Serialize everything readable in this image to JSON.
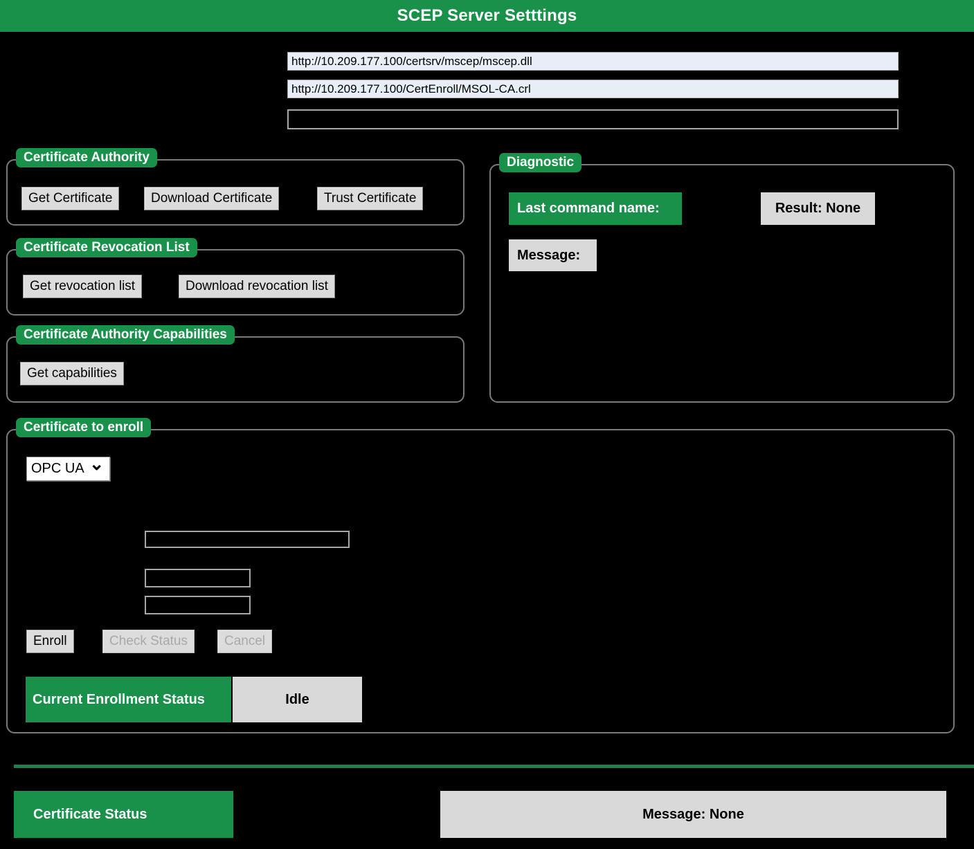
{
  "window": {
    "title": "SCEP Server Setttings",
    "accent_green": "#19914a",
    "button_grey": "#dcdcdc",
    "field_blue": "#e8edf6",
    "background": "#000000"
  },
  "top_fields": {
    "scep_url": "http://10.209.177.100/certsrv/mscep/mscep.dll",
    "crl_url": "http://10.209.177.100/CertEnroll/MSOL-CA.crl",
    "third_field": ""
  },
  "certificate_authority": {
    "legend": "Certificate Authority",
    "buttons": [
      {
        "label": "Get Certificate",
        "disabled": false
      },
      {
        "label": "Download Certificate",
        "disabled": false
      },
      {
        "label": "Trust Certificate",
        "disabled": false
      }
    ]
  },
  "certificate_revocation_list": {
    "legend": "Certificate Revocation List",
    "buttons": [
      {
        "label": "Get revocation list",
        "disabled": false
      },
      {
        "label": "Download revocation list",
        "disabled": false
      }
    ]
  },
  "certificate_authority_capabilities": {
    "legend": "Certificate Authority Capabilities",
    "buttons": [
      {
        "label": "Get capabilities",
        "disabled": false
      }
    ]
  },
  "diagnostic": {
    "legend": "Diagnostic",
    "last_command_label": "Last command name:",
    "result_label": "Result: None",
    "message_label": "Message:"
  },
  "certificate_to_enroll": {
    "legend": "Certificate to enroll",
    "type_select": {
      "value": "OPC UA",
      "icon": "chevron-down-icon"
    },
    "fields": {
      "field_1": "",
      "field_2": "",
      "field_3": ""
    },
    "buttons": [
      {
        "label": "Enroll",
        "disabled": false
      },
      {
        "label": "Check Status",
        "disabled": true
      },
      {
        "label": "Cancel",
        "disabled": true
      }
    ],
    "status": {
      "label": "Current Enrollment Status",
      "value": "Idle"
    }
  },
  "status_bar": {
    "certificate_status_label": "Certificate Status",
    "message": "Message: None"
  }
}
